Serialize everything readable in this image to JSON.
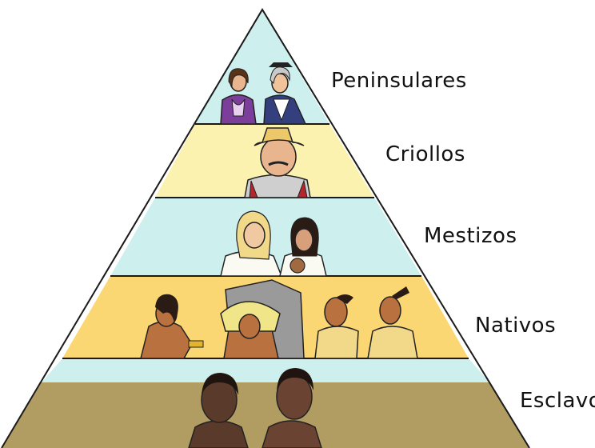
{
  "tiers": [
    {
      "label": "Peninsulares",
      "band_color": "#cdf0ef"
    },
    {
      "label": "Criollos",
      "band_color": "#fbf2b0"
    },
    {
      "label": "Mestizos",
      "band_color": "#cdf0ef"
    },
    {
      "label": "Nativos",
      "band_color": "#fbd774"
    },
    {
      "label": "Esclavos",
      "band_color": "#cdf0ef",
      "ground_color": "#b19c62"
    }
  ],
  "figures": [
    {
      "tier": "Peninsulares",
      "icon": "noble-couple-icon"
    },
    {
      "tier": "Criollos",
      "icon": "man-in-straw-hat-icon"
    },
    {
      "tier": "Mestizos",
      "icon": "mestizo-family-icon"
    },
    {
      "tier": "Nativos",
      "icon": "native-laborers-icon"
    },
    {
      "tier": "Esclavos",
      "icon": "enslaved-people-icon"
    }
  ]
}
